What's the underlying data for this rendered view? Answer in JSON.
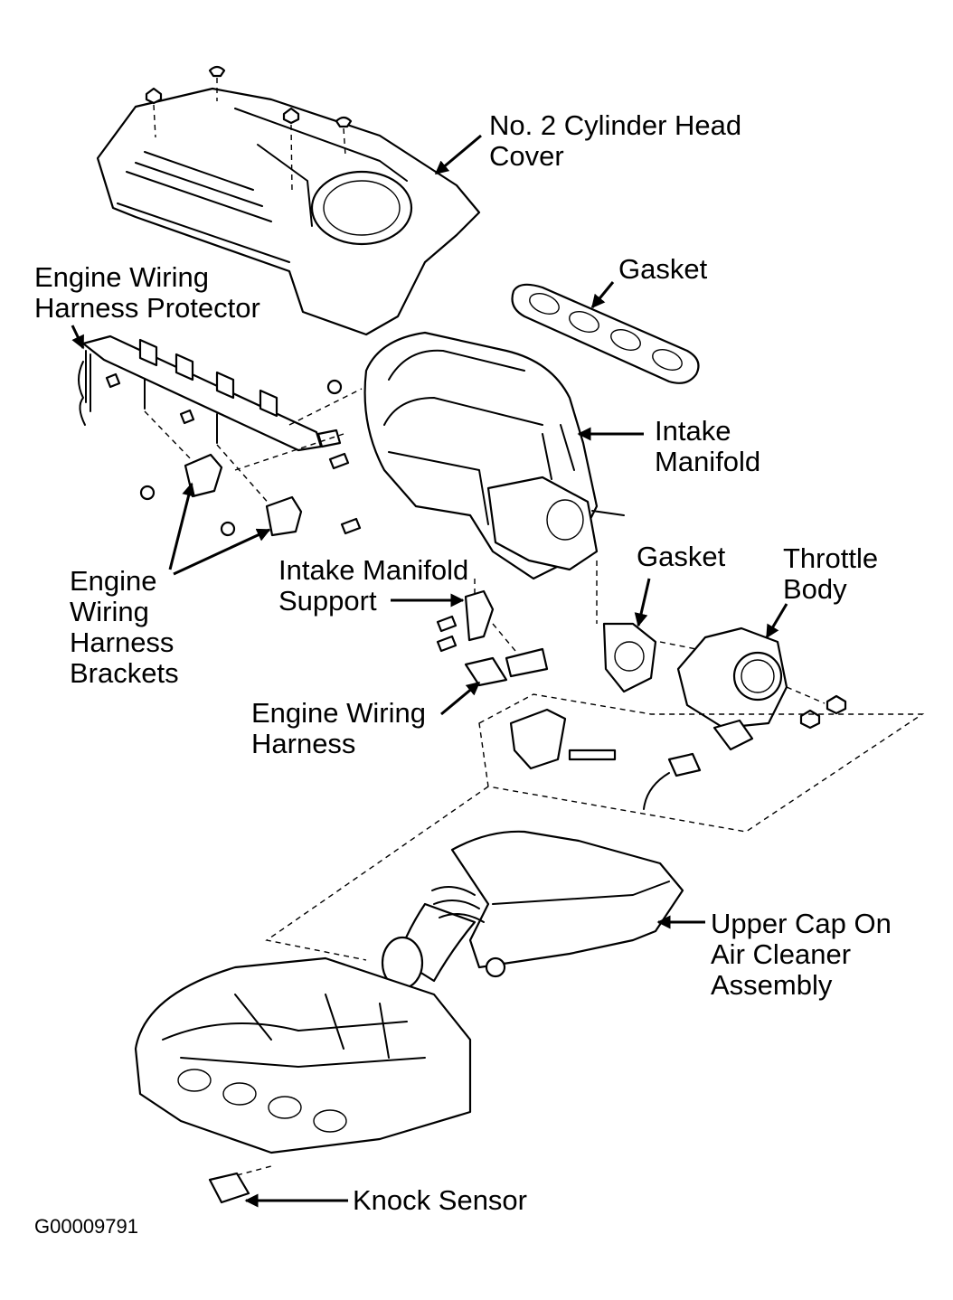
{
  "labels": {
    "cylinder_head_cover": [
      "No. 2 Cylinder Head",
      "Cover"
    ],
    "harness_protector": [
      "Engine Wiring",
      "Harness Protector"
    ],
    "gasket_top": [
      "Gasket"
    ],
    "intake_manifold": [
      "Intake",
      "Manifold"
    ],
    "harness_brackets": [
      "Engine",
      "Wiring",
      "Harness",
      "Brackets"
    ],
    "manifold_support": [
      "Intake Manifold",
      "Support"
    ],
    "gasket_throttle": [
      "Gasket"
    ],
    "throttle_body": [
      "Throttle",
      "Body"
    ],
    "wiring_harness": [
      "Engine Wiring",
      "Harness"
    ],
    "air_cleaner_cap": [
      "Upper Cap On",
      "Air Cleaner",
      "Assembly"
    ],
    "knock_sensor": [
      "Knock Sensor"
    ]
  },
  "figure_code": "G00009791"
}
